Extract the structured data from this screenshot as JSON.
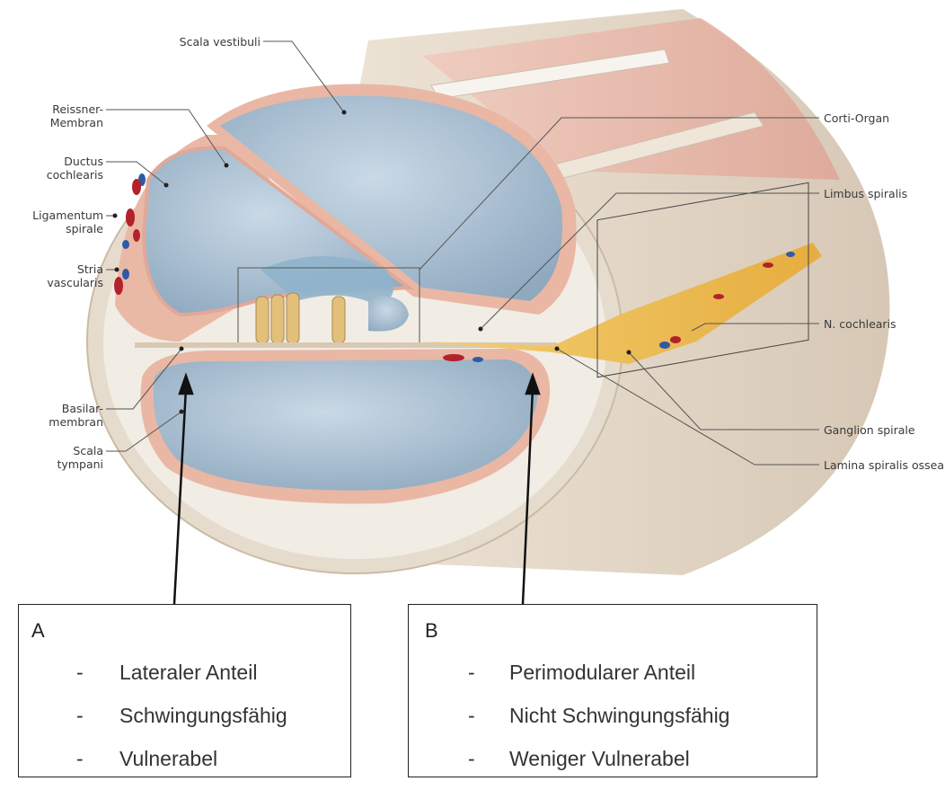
{
  "labels": {
    "scala_vestibuli": "Scala vestibuli",
    "reissner": "Reissner-\nMembran",
    "ductus": "Ductus\ncochlearis",
    "ligamentum": "Ligamentum\nspirale",
    "stria": "Stria\nvascularis",
    "basilar": "Basilar-\nmembran",
    "scala_tympani": "Scala\ntympani",
    "corti": "Corti-Organ",
    "limbus": "Limbus spiralis",
    "n_cochlearis": "N. cochlearis",
    "ganglion": "Ganglion spirale",
    "lamina": "Lamina spiralis ossea"
  },
  "box_a": {
    "title": "A",
    "items": [
      "Lateraler Anteil",
      "Schwingungsfähig",
      "Vulnerabel"
    ]
  },
  "box_b": {
    "title": "B",
    "items": [
      "Perimodularer Anteil",
      "Nicht Schwingungsfähig",
      "Weniger Vulnerabel"
    ]
  },
  "dash": "-",
  "colors": {
    "bone": "#e8dfd3",
    "periosteum": "#e9b7a4",
    "fluid": "#9fb7cb",
    "fluid_light": "#c5d6e3",
    "nerve": "#e9b94f",
    "vessel_red": "#b3222a",
    "vessel_blue": "#2f5aa3"
  }
}
